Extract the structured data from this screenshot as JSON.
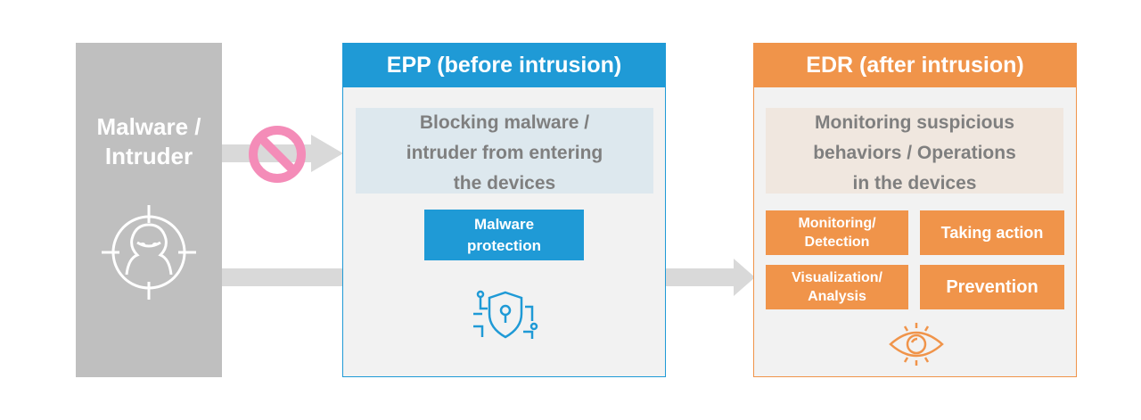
{
  "colors": {
    "epp": "#1f9ad6",
    "edr": "#f0944a",
    "intruder": "#bfbfbf",
    "arrow": "#d9d9d9",
    "block": "#f48cb8"
  },
  "intruder": {
    "label": "Malware /\nIntruder",
    "icon": "hacker-target-icon"
  },
  "epp": {
    "title": "EPP (before intrusion)",
    "description": "Blocking malware /\nintruder from entering\nthe devices",
    "button": "Malware\nprotection",
    "icon": "shield-circuit-icon"
  },
  "edr": {
    "title": "EDR (after intrusion)",
    "description": "Monitoring suspicious\nbehaviors / Operations\nin the devices",
    "buttons": [
      "Monitoring/\nDetection",
      "Taking action",
      "Visualization/\nAnalysis",
      "Prevention"
    ],
    "icon": "eye-circuit-icon"
  },
  "arrows": {
    "blocked_icon": "no-entry-icon"
  }
}
